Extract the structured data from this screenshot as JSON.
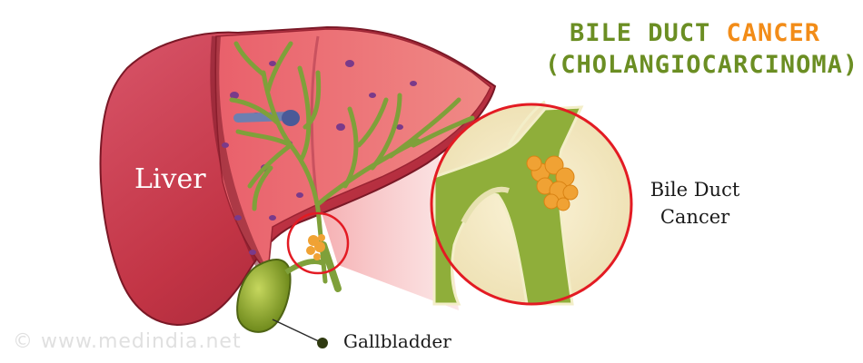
{
  "title": {
    "line1_part1": "BILE DUCT ",
    "line1_part2": "CANCER",
    "line2": "(CHOLANGIOCARCINOMA)"
  },
  "labels": {
    "liver": "Liver",
    "bile_duct_line1": "Bile Duct",
    "bile_duct_line2": "Cancer",
    "gallbladder": "Gallbladder"
  },
  "watermark": "©  www.medindia.net",
  "colors": {
    "title_green": "#6b8e23",
    "title_orange": "#f28c18",
    "liver": "#c8394a",
    "duct_green": "#8fae3a",
    "highlight_red": "#e31b23"
  }
}
